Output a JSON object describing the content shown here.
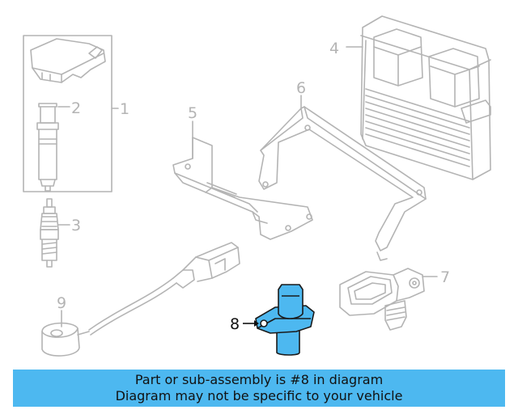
{
  "diagram": {
    "callouts": {
      "c1": "1",
      "c2": "2",
      "c3": "3",
      "c4": "4",
      "c5": "5",
      "c6": "6",
      "c7": "7",
      "c8": "8",
      "c9": "9"
    },
    "highlight_color": "#4db8f0",
    "line_color": "#b4b4b4"
  },
  "banner": {
    "line1": "Part or sub-assembly is #8 in diagram",
    "line2": "Diagram may not be specific to your vehicle",
    "color": "#4db8f0"
  }
}
